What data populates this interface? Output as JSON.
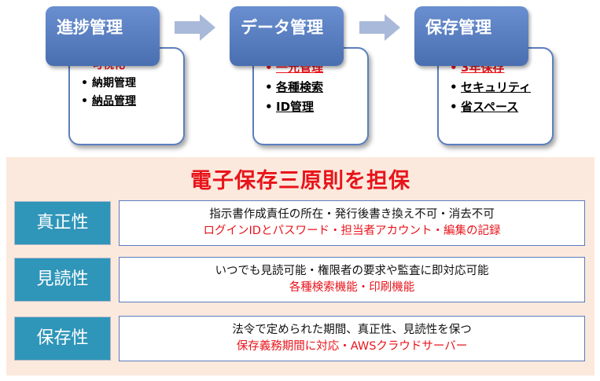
{
  "stages": [
    {
      "title": "進捗管理",
      "items": [
        "可視化",
        "納期管理",
        "納品管理"
      ]
    },
    {
      "title": "データ管理",
      "items": [
        "一元管理",
        "各種検索",
        "ID管理"
      ]
    },
    {
      "title": "保存管理",
      "items": [
        "3年保存",
        "セキュリティ",
        "省スペース"
      ]
    }
  ],
  "bullet": "•",
  "colors": {
    "accent_red": "#e8141b",
    "header_blue": "#4a6fb1",
    "label_teal": "#2f95b9",
    "panel_bg": "#fce9dd"
  },
  "panel": {
    "title": "電子保存三原則を担保",
    "principles": [
      {
        "label": "真正性",
        "line1": "指示書作成責任の所在・発行後書き換え不可・消去不可",
        "line2": "ログインIDとパスワード・担当者アカウント・編集の記録"
      },
      {
        "label": "見読性",
        "line1": "いつでも見読可能・権限者の要求や監査に即対応可能",
        "line2": "各種検索機能・印刷機能"
      },
      {
        "label": "保存性",
        "line1": "法令で定められた期間、真正性、見読性を保つ",
        "line2": "保存義務期間に対応・AWSクラウドサーバー"
      }
    ]
  }
}
